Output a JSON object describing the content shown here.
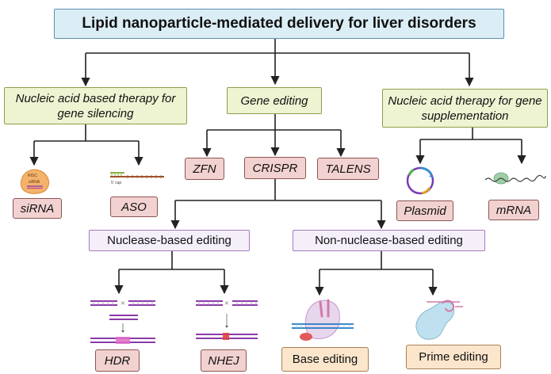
{
  "title": "Lipid nanoparticle-mediated  delivery for liver disorders",
  "categories": {
    "silencing": "Nucleic acid based therapy for gene silencing",
    "gene_editing": "Gene editing",
    "supplementation": "Nucleic acid therapy for gene supplementation"
  },
  "silencing_items": {
    "sirna": "siRNA",
    "aso": "ASO"
  },
  "editing_items": {
    "zfn": "ZFN",
    "crispr": "CRISPR",
    "talens": "TALENS"
  },
  "supplementation_items": {
    "plasmid": "Plasmid",
    "mrna": "mRNA"
  },
  "crispr_branches": {
    "nuclease": "Nuclease-based editing",
    "non_nuclease": "Non-nuclease-based editing"
  },
  "nuclease_items": {
    "hdr": "HDR",
    "nhej": "NHEJ"
  },
  "non_nuclease_items": {
    "base": "Base editing",
    "prime": "Prime editing"
  },
  "illustration_text": {
    "risc": "RISC",
    "sirna_label": "siRNA",
    "cap": "5' cap"
  },
  "colors": {
    "connector": "#222222",
    "title_fill": "#dbeef6",
    "green_fill": "#eef3d2",
    "pink_fill": "#f2d2d0",
    "purple_fill": "#f5effa",
    "orange_fill": "#fbe6cc",
    "plasmid_purple": "#7a3bb5",
    "dna_purple": "#8a3aa8"
  }
}
